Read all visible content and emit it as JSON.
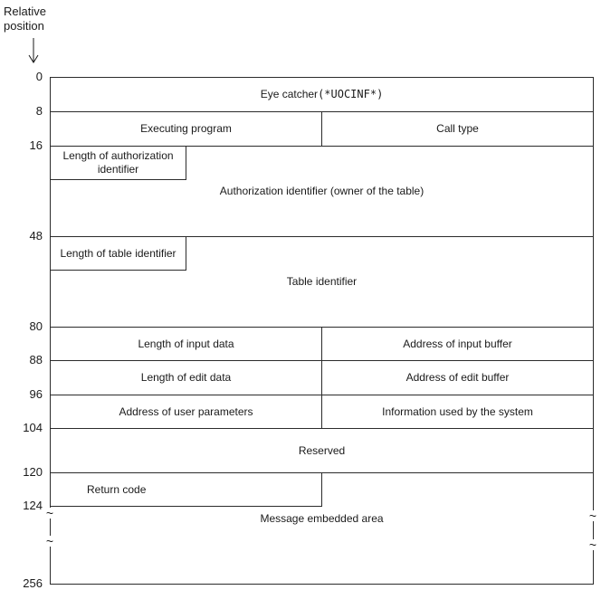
{
  "colors": {
    "line": "#2b2b2b",
    "background": "#ffffff"
  },
  "header": {
    "axis_label_line1": "Relative",
    "axis_label_line2": "position"
  },
  "positions": [
    "0",
    "8",
    "16",
    "48",
    "80",
    "88",
    "96",
    "104",
    "120",
    "124",
    "256"
  ],
  "cells": {
    "eye_catcher_label": "Eye catcher",
    "eye_catcher_value": "(*UOCINF*)",
    "executing_program": "Executing program",
    "call_type": "Call type",
    "length_of_authorization_identifier": "Length of authorization identifier",
    "authorization_identifier": "Authorization identifier (owner of the table)",
    "length_of_table_identifier": "Length of table identifier",
    "table_identifier": "Table identifier",
    "length_of_input_data": "Length of input data",
    "address_of_input_buffer": "Address of input buffer",
    "length_of_edit_data": "Length of edit data",
    "address_of_edit_buffer": "Address of edit buffer",
    "address_of_user_parameters": "Address of user parameters",
    "information_used_by_the_system": "Information used by the system",
    "reserved": "Reserved",
    "return_code": "Return code",
    "message_embedded_area": "Message embedded area"
  },
  "symbols": {
    "break_mark": "~"
  }
}
